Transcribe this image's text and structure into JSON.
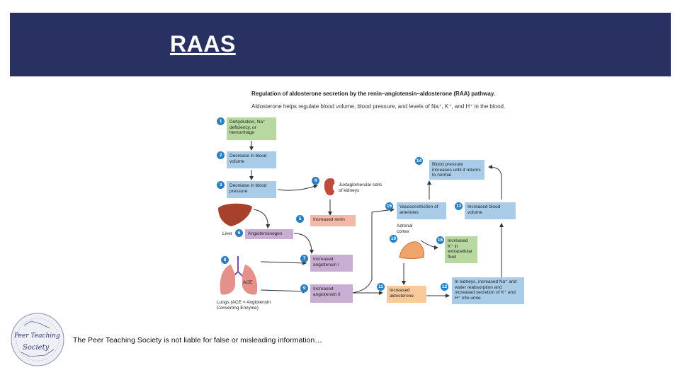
{
  "header": {
    "title": "RAAS",
    "background": "#283162"
  },
  "figure": {
    "title": "Regulation of aldosterone secretion by the renin–angiotensin–aldosterone (RAA) pathway.",
    "subtitle": "Aldosterone helps regulate blood volume, blood pressure, and levels of Na⁺, K⁺, and H⁺ in the blood.",
    "steps": {
      "s1": "Dehydration, Na⁺ deficiency, or hemorrhage",
      "s2": "Decrease in blood volume",
      "s3": "Decrease in blood pressure",
      "s4": "Juxtaglomerular cells of kidneys",
      "s5": "Increased renin",
      "s6": "Angiotensinogen",
      "s7": "Increased angiotensin I",
      "s9": "Increased angiotensin II",
      "s11": "Increased aldosterone",
      "s12": "In kidneys, increased Na⁺ and water reabsorption and increased secretion of K⁺ and H⁺ into urine",
      "s13": "Increased blood volume",
      "s14": "Blood pressure increases until it returns to normal",
      "s15": "Vasoconstriction of arterioles",
      "s16": "Increased K⁺ in extracellular fluid"
    },
    "labels": {
      "liver": "Liver",
      "adrenal": "Adrenal cortex",
      "ace": "ACE",
      "lungs": "Lungs (ACE = Angiotensin Converting Enzyme)"
    },
    "numbers": [
      "1",
      "2",
      "3",
      "4",
      "5",
      "6",
      "7",
      "8",
      "9",
      "10",
      "11",
      "12",
      "13",
      "14",
      "15",
      "16"
    ]
  },
  "footer": {
    "text": "The Peer Teaching Society is not liable for false or misleading information…"
  },
  "logo": {
    "line1": "Peer Teaching",
    "line2": "Society"
  }
}
